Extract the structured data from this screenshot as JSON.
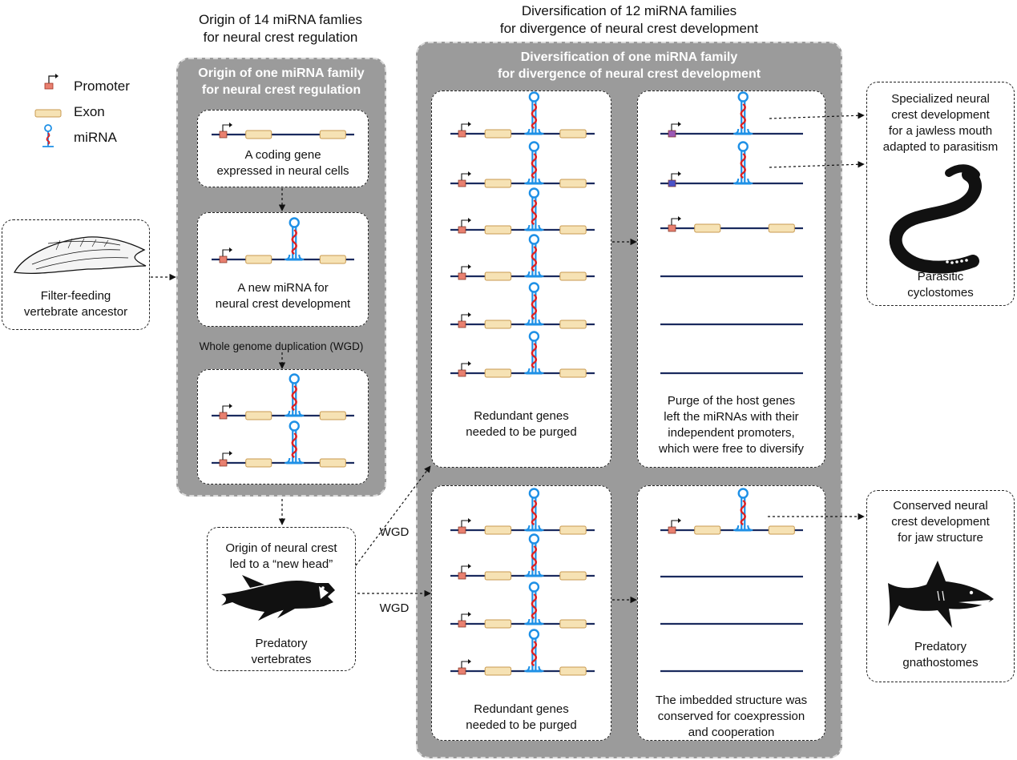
{
  "headers": {
    "origin_title": "Origin of 14 miRNA famlies\nfor neural crest regulation",
    "diversification_title": "Diversification of 12 miRNA families\nfor divergence of neural crest development"
  },
  "legend": {
    "promoter": "Promoter",
    "exon": "Exon",
    "mirna": "miRNA"
  },
  "origin_panel": {
    "title": "Origin of one miRNA family\nfor neural crest regulation",
    "coding_gene": "A coding gene\nexpressed in neural cells",
    "new_mirna": "A new miRNA for\nneural crest development",
    "wgd": "Whole genome duplication (WGD)"
  },
  "diversification_panel": {
    "title": "Diversification of one miRNA family\nfor divergence of neural crest development",
    "redundant_top": "Redundant genes\nneeded to be purged",
    "purge": "Purge of the host genes\nleft the miRNAs with their\nindependent promoters,\nwhich were free to diversify",
    "redundant_bottom": "Redundant genes\nneeded to be purged",
    "conserved": "The imbedded structure was\nconserved for coexpression\nand cooperation"
  },
  "ancestor": {
    "label": "Filter-feeding\nvertebrate ancestor"
  },
  "predatory": {
    "caption": "Origin of neural crest\nled to a “new head”",
    "label": "Predatory\nvertebrates"
  },
  "wgd_labels": {
    "upper": "WGD",
    "lower": "WGD"
  },
  "cyclostomes": {
    "caption": "Specialized neural\ncrest development\nfor a jawless mouth\nadapted to parasitism",
    "label": "Parasitic\ncyclostomes"
  },
  "gnathostomes": {
    "caption": "Conserved neural\ncrest development\nfor jaw structure",
    "label": "Predatory\ngnathostomes"
  },
  "colors": {
    "line": "#1a2a5e",
    "exon_fill": "#f6e2b4",
    "exon_stroke": "#c89a50",
    "promoter": "#e88070",
    "promoter_alt1": "#9b59b6",
    "promoter_alt2": "#4a52c8",
    "mirna_blue": "#1e90e6",
    "mirna_red": "#e02020",
    "gray_panel": "#9b9b9b"
  }
}
